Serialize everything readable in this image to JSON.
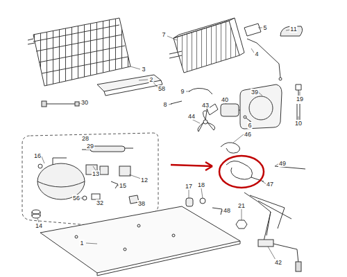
{
  "diagram": {
    "labels": [
      "3",
      "7",
      "5",
      "11",
      "4",
      "2",
      "58",
      "9",
      "39",
      "19",
      "10",
      "30",
      "8",
      "43",
      "40",
      "6",
      "44",
      "28",
      "29",
      "46",
      "16",
      "13",
      "12",
      "49",
      "47",
      "15",
      "17",
      "18",
      "48",
      "56",
      "32",
      "38",
      "21",
      "14",
      "1",
      "42"
    ]
  }
}
